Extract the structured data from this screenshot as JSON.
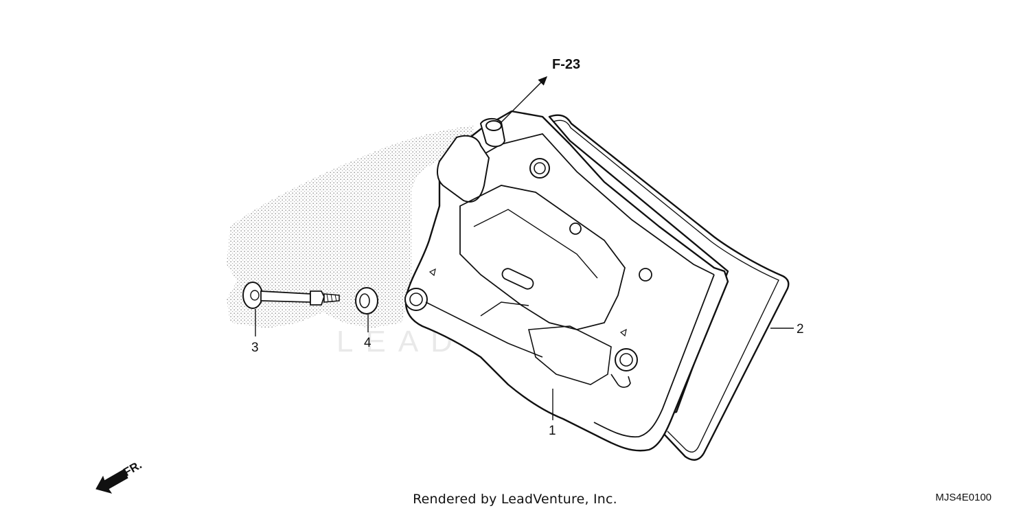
{
  "diagram": {
    "reference_label": "F-23",
    "callouts": [
      {
        "id": "1",
        "label": "1"
      },
      {
        "id": "2",
        "label": "2"
      },
      {
        "id": "3",
        "label": "3"
      },
      {
        "id": "4",
        "label": "4"
      }
    ],
    "direction_label": "FR.",
    "watermark": "LEADVENTURE",
    "parts_shown": [
      "cylinder-head-cover",
      "head-cover-gasket",
      "flange-bolt",
      "rubber-seal"
    ]
  },
  "footer": {
    "credit": "Rendered by LeadVenture, Inc.",
    "code": "MJS4E0100"
  },
  "colors": {
    "line": "#111111",
    "background": "#ffffff",
    "watermark": "#e9e9e9",
    "stipple": "#8a8a8a"
  }
}
